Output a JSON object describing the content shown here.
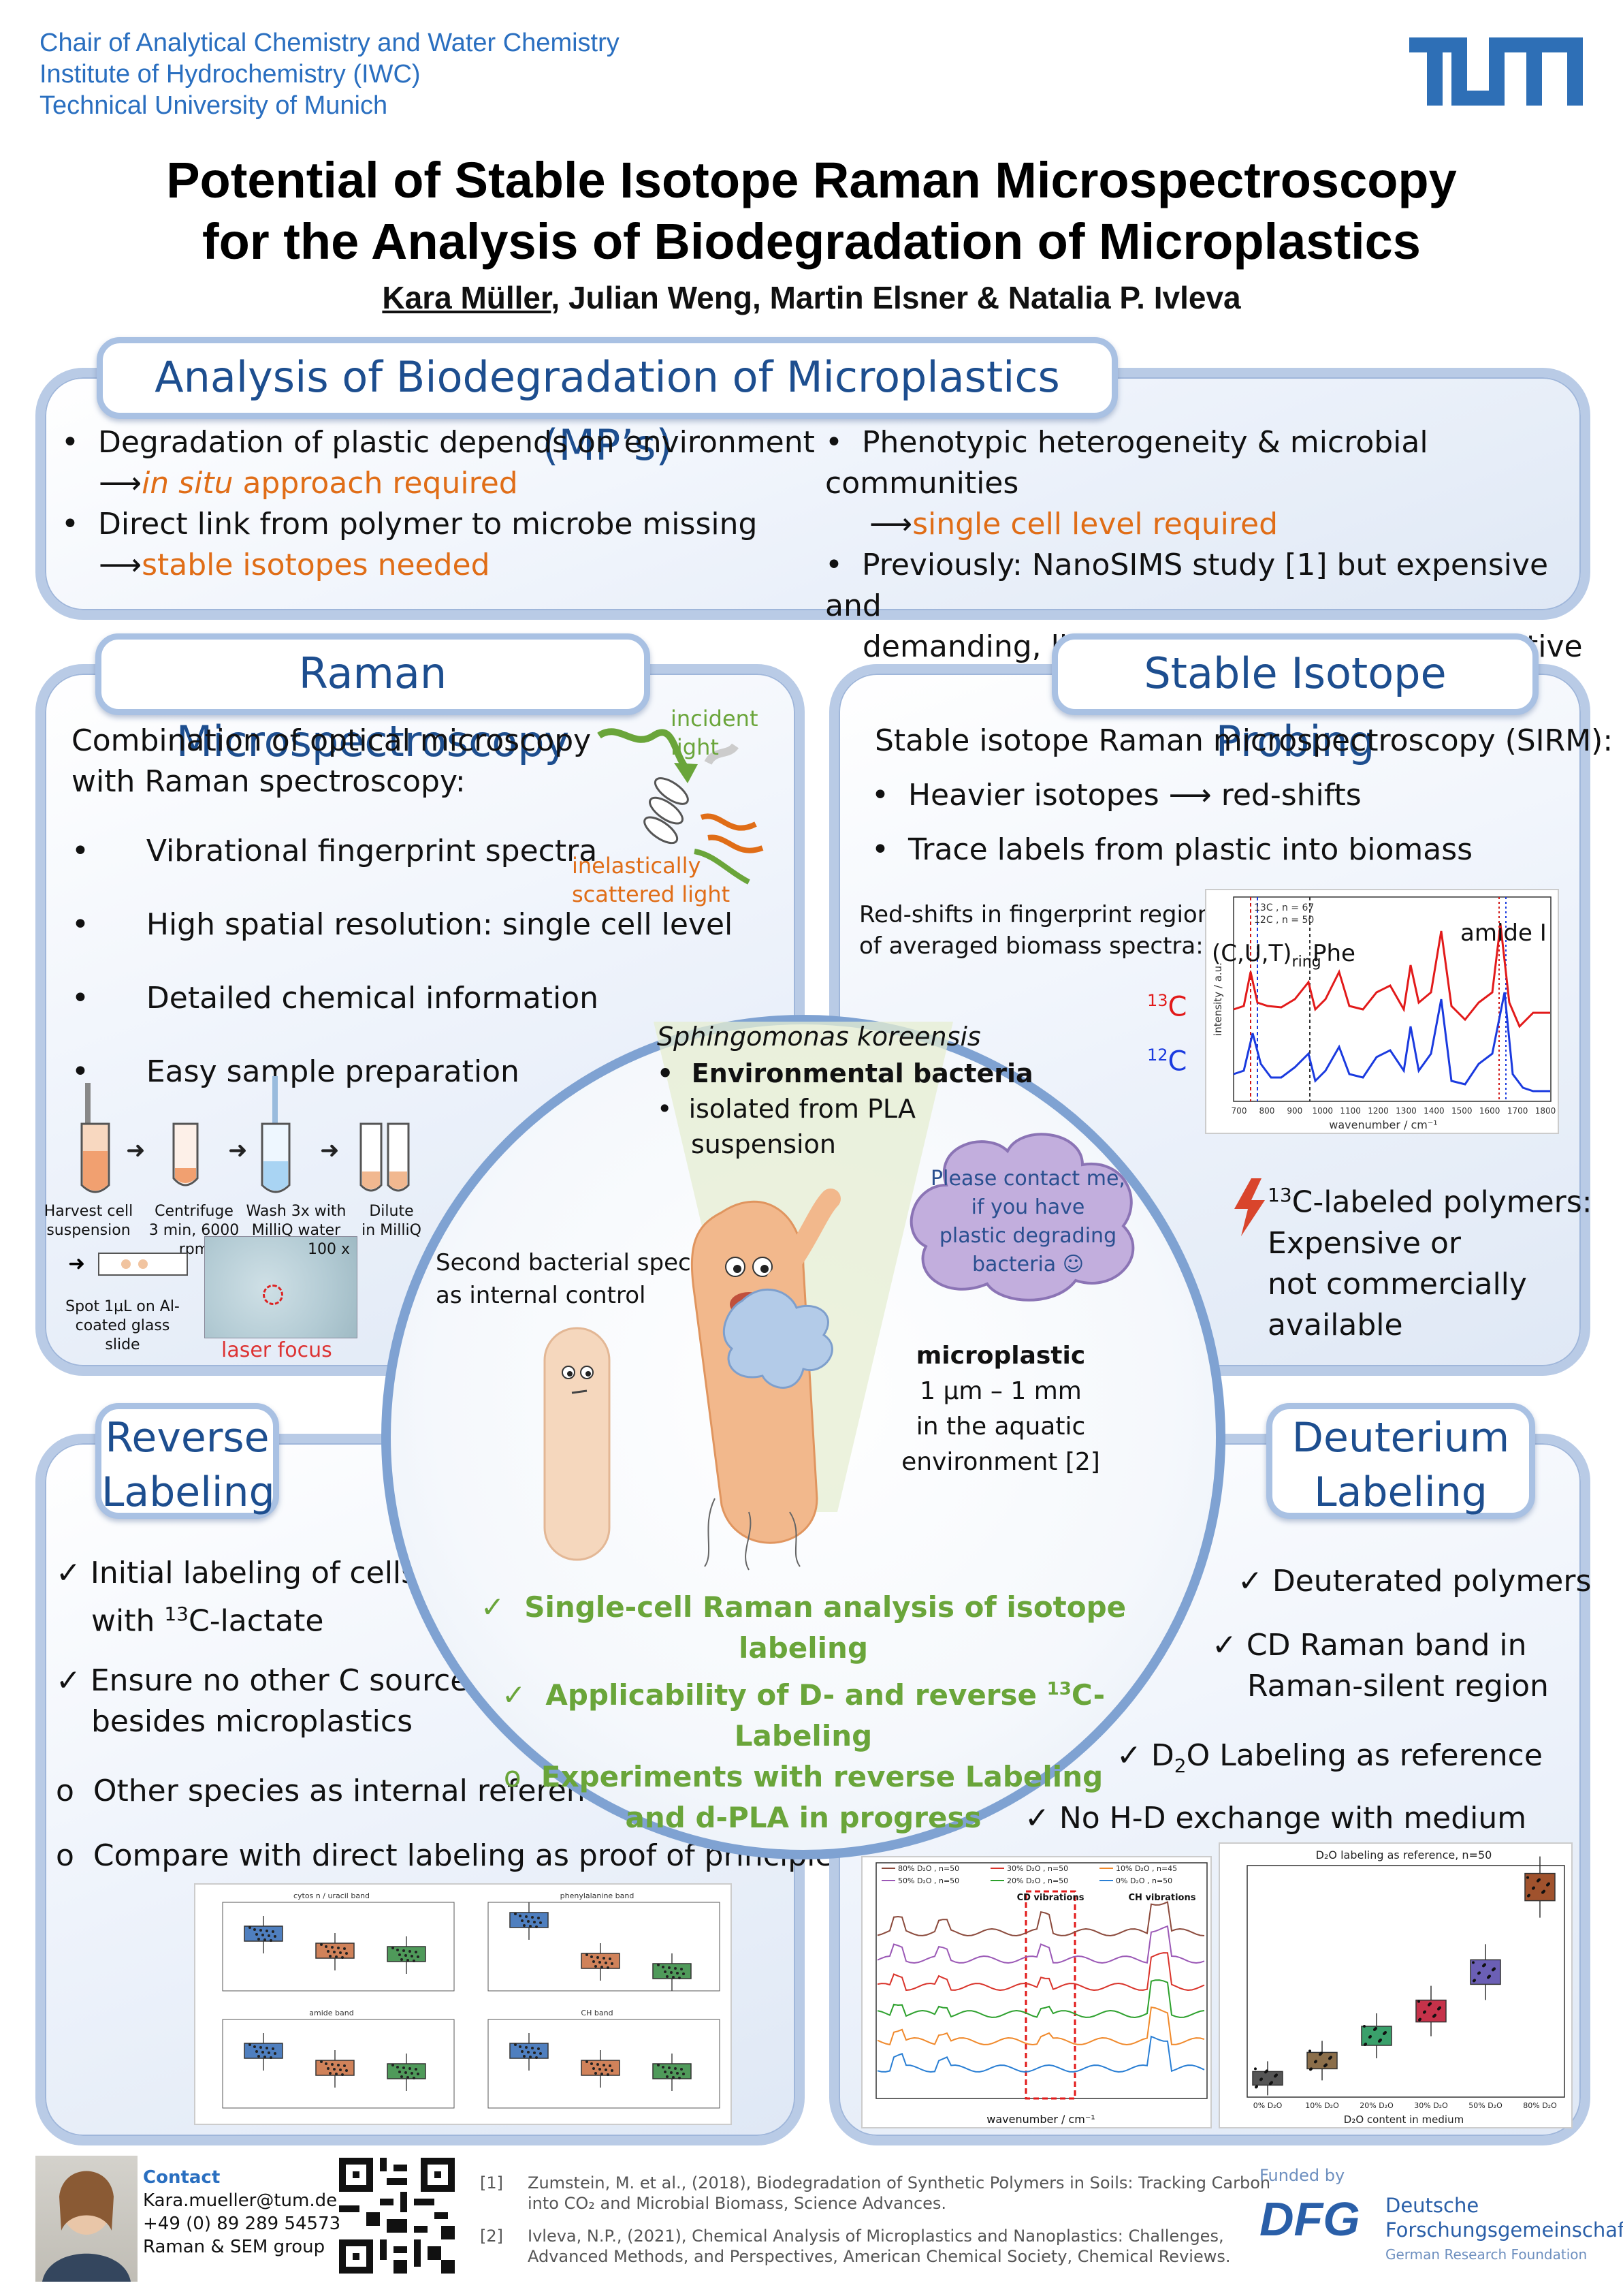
{
  "header": {
    "inst_line1": "Chair of Analytical Chemistry and Water Chemistry",
    "inst_line2": "Institute of Hydrochemistry (IWC)",
    "inst_line3": "Technical University of Munich",
    "title_line1": "Potential of Stable Isotope Raman Microspectroscopy",
    "title_line2": "for the Analysis of Biodegradation of Microplastics",
    "author_main": "Kara Müller",
    "authors_rest": ", Julian Weng, Martin Elsner & Natalia P. Ivleva"
  },
  "analysis": {
    "title": "Analysis of Biodegradation of Microplastics (MP’s)",
    "b1": "Degradation of plastic depends on environment",
    "b1_italic": "in situ",
    "b1_arrow": " approach required",
    "b2": "Direct link from polymer to microbe missing",
    "b2_arrow": "stable isotopes needed",
    "b3": "Phenotypic heterogeneity & microbial communities",
    "b3_arrow": "single cell level required",
    "b4_l1": "Previously: NanoSIMS study [1] but expensive and",
    "b4_l2": "demanding, limited amount of data, destructive"
  },
  "raman": {
    "title": "Raman Microspectroscopy",
    "intro_l1": "Combination of optical microscopy",
    "intro_l2": "with Raman spectroscopy:",
    "items": [
      "Vibrational fingerprint spectra",
      "High spatial resolution: single cell level",
      "Detailed chemical information",
      "Easy sample preparation"
    ],
    "incident_l1": "incident",
    "incident_l2": "light",
    "scatter_l1": "inelastically",
    "scatter_l2": "scattered light",
    "steps": [
      {
        "l1": "Harvest cell",
        "l2": "suspension",
        "l3": ""
      },
      {
        "l1": "Centrifuge",
        "l2": "3 min, 6000",
        "l3": "rpm"
      },
      {
        "l1": "Wash 3x with",
        "l2": "MilliQ water",
        "l3": ""
      },
      {
        "l1": "Dilute",
        "l2": "in MilliQ",
        "l3": ""
      }
    ],
    "spot_l1": "Spot 1µL on Al-",
    "spot_l2": "coated glass",
    "spot_l3": "slide",
    "magnif": "100 x",
    "laser": "laser focus"
  },
  "sip": {
    "title": "Stable Isotope Probing",
    "intro": "Stable isotope Raman microspectroscopy (SIRM):",
    "b1": "Heavier isotopes",
    "b1_tail": "red-shifts",
    "b2": "Trace labels from plastic into biomass",
    "red_l1": "Red-shifts in fingerprint region",
    "red_l2": "of averaged biomass spectra:",
    "label_cut": "(C,U,T)",
    "label_ring": "ring",
    "label_phe": "Phe",
    "label_amide": "amide I",
    "c13": "C",
    "c13_sup": "13",
    "c12": "C",
    "c12_sup": "12",
    "legend1": "13C , n = 67",
    "legend2": "12C , n = 50",
    "xaxis": "wavenumber / cm⁻¹",
    "yaxis": "intensity / a.u.",
    "ticks": [
      "700",
      "800",
      "900",
      "1000",
      "1100",
      "1200",
      "1300",
      "1400",
      "1500",
      "1600",
      "1700",
      "1800"
    ],
    "labeled_sup": "13",
    "labeled_l1": "C-labeled polymers:",
    "labeled_l2": "Expensive or",
    "labeled_l3": "not commercially",
    "labeled_l4": "available"
  },
  "center": {
    "species": "Sphingomonas koreensis",
    "c1": "Environmental bacteria",
    "c2_l1": "isolated from PLA",
    "c2_l2": "suspension",
    "contact_l1": "Please contact me,",
    "contact_l2": "if you have",
    "contact_l3": "plastic degrading",
    "contact_l4": "bacteria ☺",
    "second_l1": "Second bacterial species",
    "second_l2": "as internal control",
    "mp_l1": "microplastic",
    "mp_l2": "1 µm – 1 mm",
    "mp_l3": "in the aquatic",
    "mp_l4": "environment [2]",
    "s1": "Single-cell Raman analysis of isotope labeling",
    "s2a": "Applicability of D- and reverse ",
    "s2sup": "13",
    "s2b": "C-Labeling",
    "s3_l1": "Experiments with reverse Labeling",
    "s3_l2": "and d-PLA in progress"
  },
  "reverse": {
    "title_l1": "Reverse",
    "title_l2": "Labeling",
    "b1_l1": "Initial labeling of cells",
    "b1_l2a": "with ",
    "b1_sup": "13",
    "b1_l2b": "C-lactate",
    "b2_l1": "Ensure no other C source",
    "b2_l2": "besides microplastics",
    "b3": "Other species as internal reference",
    "b4": "Compare with direct labeling as proof of principle",
    "plots": [
      "cytos n / uracil band",
      "phenylalanine band",
      "amide band",
      "CH band"
    ]
  },
  "deut": {
    "title_l1": "Deuterium",
    "title_l2": "Labeling",
    "b1": "Deuterated polymers",
    "b2_l1": "CD Raman band in",
    "b2_l2": "Raman-silent region",
    "b3a": "D",
    "b3sub": "2",
    "b3b": "O Labeling as reference",
    "b4": "No H-D exchange with medium",
    "cd": "CD vibrations",
    "ch": "CH vibrations",
    "xaxis": "wavenumber / cm⁻¹",
    "box_title": "D₂O labeling as reference, n=50",
    "box_xlabel": "D₂O content in medium",
    "legend": [
      "80% D₂O , n=50",
      "50% D₂O , n=50",
      "30% D₂O , n=50",
      "20% D₂O , n=50",
      "10% D₂O , n=45",
      "0% D₂O , n=50"
    ],
    "box_cats": [
      "0% D₂O",
      "10% D₂O",
      "20% D₂O",
      "30% D₂O",
      "50% D₂O",
      "80% D₂O"
    ]
  },
  "footer": {
    "contact": "Contact",
    "email": "Kara.mueller@tum.de",
    "phone": "+49 (0) 89 289 54573",
    "group": "Raman & SEM group",
    "ref1_n": "[1]",
    "ref1_l1": "Zumstein, M. et al., (2018), Biodegradation of Synthetic Polymers in Soils: Tracking Carbon",
    "ref1_l2": "into CO₂ and Microbial Biomass, Science Advances.",
    "ref2_n": "[2]",
    "ref2_l1": "Ivleva, N.P., (2021), Chemical Analysis of Microplastics and Nanoplastics: Challenges,",
    "ref2_l2": "Advanced Methods, and Perspectives, American Chemical Society, Chemical Reviews.",
    "funded": "Funded by",
    "dfg1": "Deutsche",
    "dfg2": "Forschungsgemeinschaft",
    "dfg3": "German Research Foundation"
  },
  "colors": {
    "accent_blue": "#2a6fc0",
    "orange": "#e06d17",
    "green": "#6aa53a",
    "panel_border": "#b9cbe6"
  }
}
